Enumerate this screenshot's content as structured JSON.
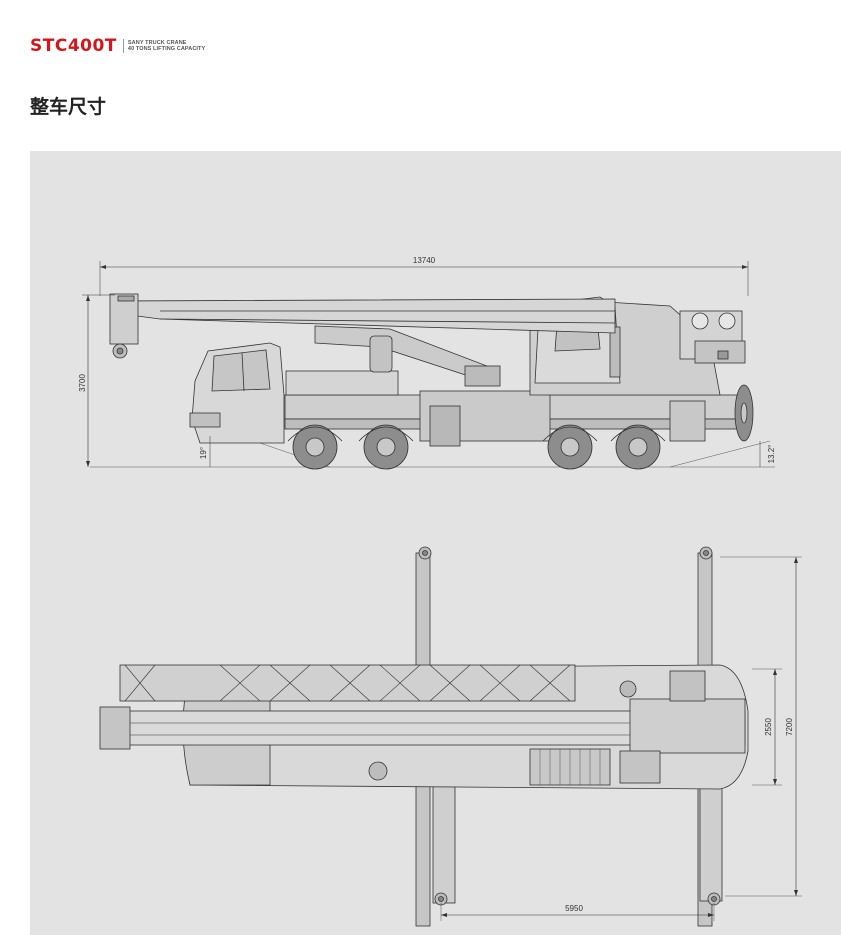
{
  "header": {
    "model": "STC400T",
    "subtitle_line1": "SANY TRUCK CRANE",
    "subtitle_line2": "40 TONS LIFTING CAPACITY"
  },
  "section_title": "整车尺寸",
  "dimensions": {
    "overall_length": "13740",
    "overall_height": "3700",
    "approach_angle": "19°",
    "departure_angle": "13.2°",
    "outrigger_span_width": "2550",
    "outrigger_extended_width": "7200",
    "outrigger_longitudinal_span": "5950"
  },
  "colors": {
    "brand_red": "#d7141a",
    "panel_background": "#e3e3e3",
    "line": "#333333"
  }
}
